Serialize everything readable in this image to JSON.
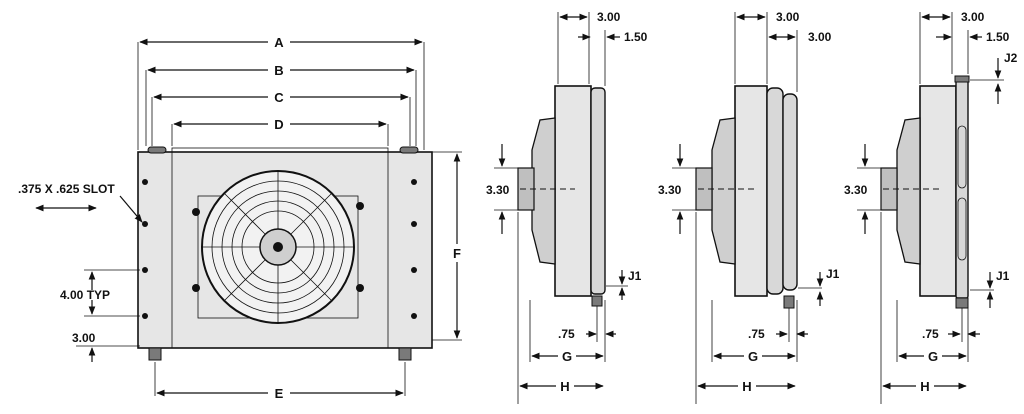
{
  "front_view": {
    "dim_a": "A",
    "dim_b": "B",
    "dim_c": "C",
    "dim_d": "D",
    "dim_e": "E",
    "dim_f": "F",
    "slot_note": ".375 X .625 SLOT",
    "spacing_note": "4.00 TYP",
    "bottom_offset": "3.00"
  },
  "side_view_1": {
    "depth_top": "3.00",
    "flange": "1.50",
    "fan_dia": "3.30",
    "port": "J1",
    "offset": ".75",
    "dim_g": "G",
    "dim_h": "H"
  },
  "side_view_2": {
    "depth_top": "3.00",
    "depth_core": "3.00",
    "fan_dia": "3.30",
    "port": "J1",
    "offset": ".75",
    "dim_g": "G",
    "dim_h": "H"
  },
  "side_view_3": {
    "depth_top": "3.00",
    "flange": "1.50",
    "port_top": "J2",
    "fan_dia": "3.30",
    "port": "J1",
    "offset": ".75",
    "dim_g": "G",
    "dim_h": "H"
  }
}
